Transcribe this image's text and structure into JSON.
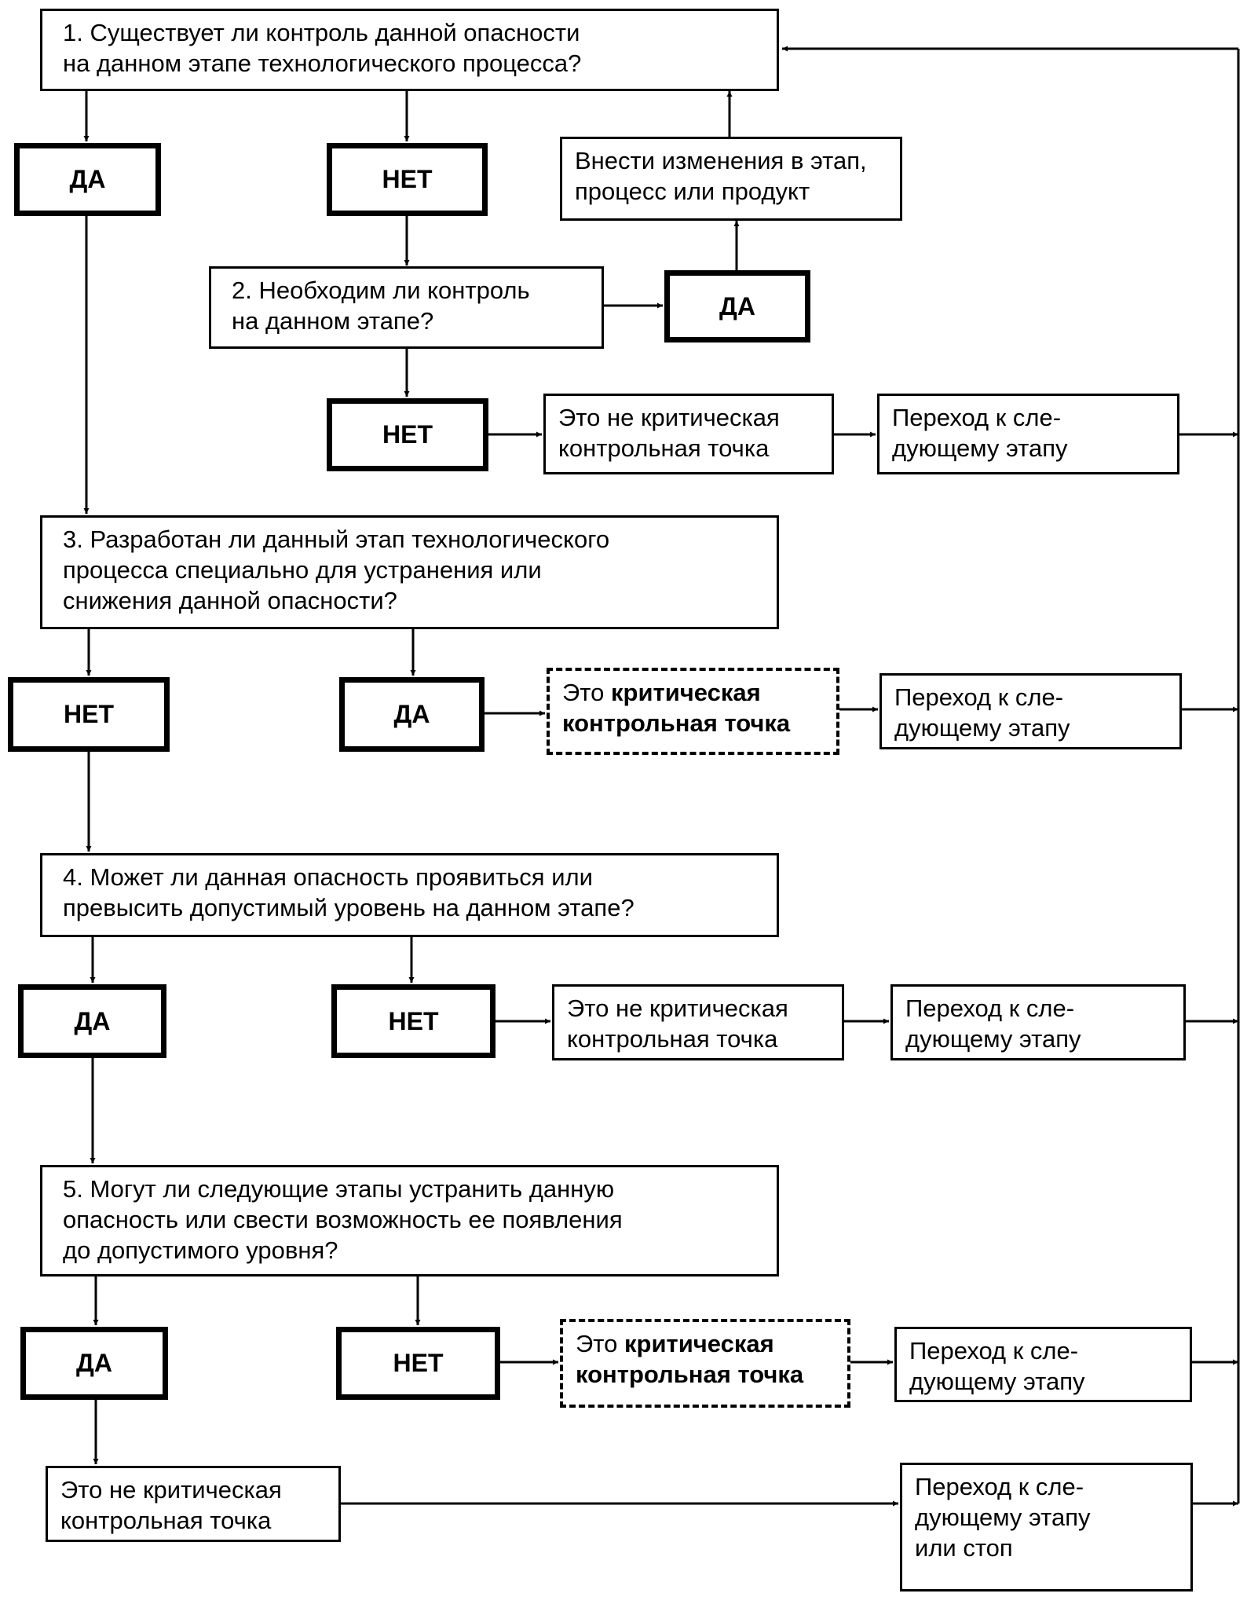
{
  "q1": [
    "1. Существует ли контроль данной опасности",
    "на данном этапе технологического процесса?"
  ],
  "q2": [
    "2. Необходим ли контроль",
    "на данном этапе?"
  ],
  "q3": [
    "3. Разработан ли данный этап технологического",
    "процесса специально для устранения или",
    "снижения данной опасности?"
  ],
  "q4": [
    "4. Может ли данная опасность проявиться или",
    "превысить допустимый уровень на данном этапе?"
  ],
  "q5": [
    "5. Могут ли следующие этапы устранить данную",
    "опасность или свести возможность ее появления",
    "до допустимого уровня?"
  ],
  "yes": "ДА",
  "no": "НЕТ",
  "modify": [
    "Внести изменения в этап,",
    "процесс или продукт"
  ],
  "not_ccp": [
    "Это не критическая",
    "контрольная точка"
  ],
  "ccp": {
    "prefix": "Это ",
    "line1_bold": "критическая",
    "line2_bold": "контрольная точка"
  },
  "next_step": [
    "Переход к сле-",
    "дующему этапу"
  ],
  "next_or_stop": [
    "Переход к сле-",
    "дующему этапу",
    "или стоп"
  ]
}
